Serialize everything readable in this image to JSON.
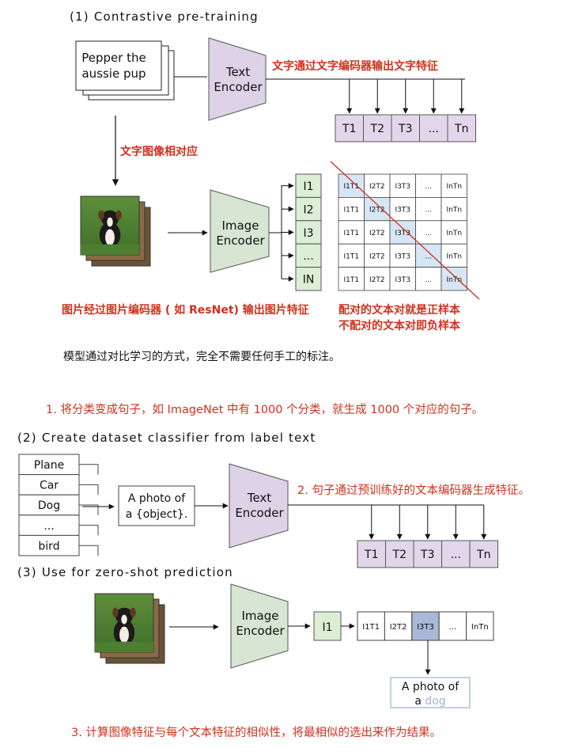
{
  "section1": {
    "heading": "(1) Contrastive pre-training",
    "input_text_line1": "Pepper the",
    "input_text_line2": "aussie pup",
    "text_encoder_line1": "Text",
    "text_encoder_line2": "Encoder",
    "text_features_note": "文字通过文字编码器输出文字特征",
    "text_tokens": [
      "T1",
      "T2",
      "T3",
      "...",
      "Tn"
    ],
    "pairing_note": "文字图像相对应",
    "image_encoder_line1": "Image",
    "image_encoder_line2": "Encoder",
    "image_tokens": [
      "I1",
      "I2",
      "I3",
      "...",
      "IN"
    ],
    "matrix": [
      [
        "I1T1",
        "I2T2",
        "I3T3",
        "...",
        "InTn"
      ],
      [
        "I1T1",
        "I2T2",
        "I3T3",
        "...",
        "InTn"
      ],
      [
        "I1T1",
        "I2T2",
        "I3T3",
        "...",
        "InTn"
      ],
      [
        "I1T1",
        "I2T2",
        "I3T3",
        "...",
        "InTn"
      ],
      [
        "I1T1",
        "I2T2",
        "I3T3",
        "...",
        "InTn"
      ]
    ],
    "image_features_note": "图片经过图片编码器 ( 如 ResNet) 输出图片特征",
    "positive_note": "配对的文本对就是正样本",
    "negative_note": "不配对的文本对即负样本",
    "summary": "模型通过对比学习的方式，完全不需要任何手工的标注。"
  },
  "step1_note": "1. 将分类变成句子，如 ImageNet 中有 1000 个分类，就生成 1000 个对应的句子。",
  "section2": {
    "heading": "(2) Create dataset classifier from label text",
    "labels": [
      "Plane",
      "Car",
      "Dog",
      "...",
      "bird"
    ],
    "template_line1": "A photo of",
    "template_line2": "a {object}.",
    "text_encoder_line1": "Text",
    "text_encoder_line2": "Encoder",
    "note": "2. 句子通过预训练好的文本编码器生成特征。",
    "text_tokens": [
      "T1",
      "T2",
      "T3",
      "...",
      "Tn"
    ]
  },
  "section3": {
    "heading": "(3) Use for zero-shot prediction",
    "image_encoder_line1": "Image",
    "image_encoder_line2": "Encoder",
    "image_token": "I1",
    "scores": [
      "I1T1",
      "I2T2",
      "I3T3",
      "...",
      "InTn"
    ],
    "result_line1": "A photo of",
    "result_prefix": "a ",
    "result_word": "dog"
  },
  "step3_note": "3. 计算图像特征与每个文本特征的相似性，将最相似的选出来作为结果。",
  "colors": {
    "accent_red": "#d0311f",
    "text_token_fill": "#e3d6ea",
    "image_token_fill": "#dcefd6",
    "encoder_fill": "#d6e6d2",
    "text_encoder_fill": "#ddd2e6",
    "diag_fill": "#d6e6f4",
    "selected_fill": "#a9b8d8"
  }
}
